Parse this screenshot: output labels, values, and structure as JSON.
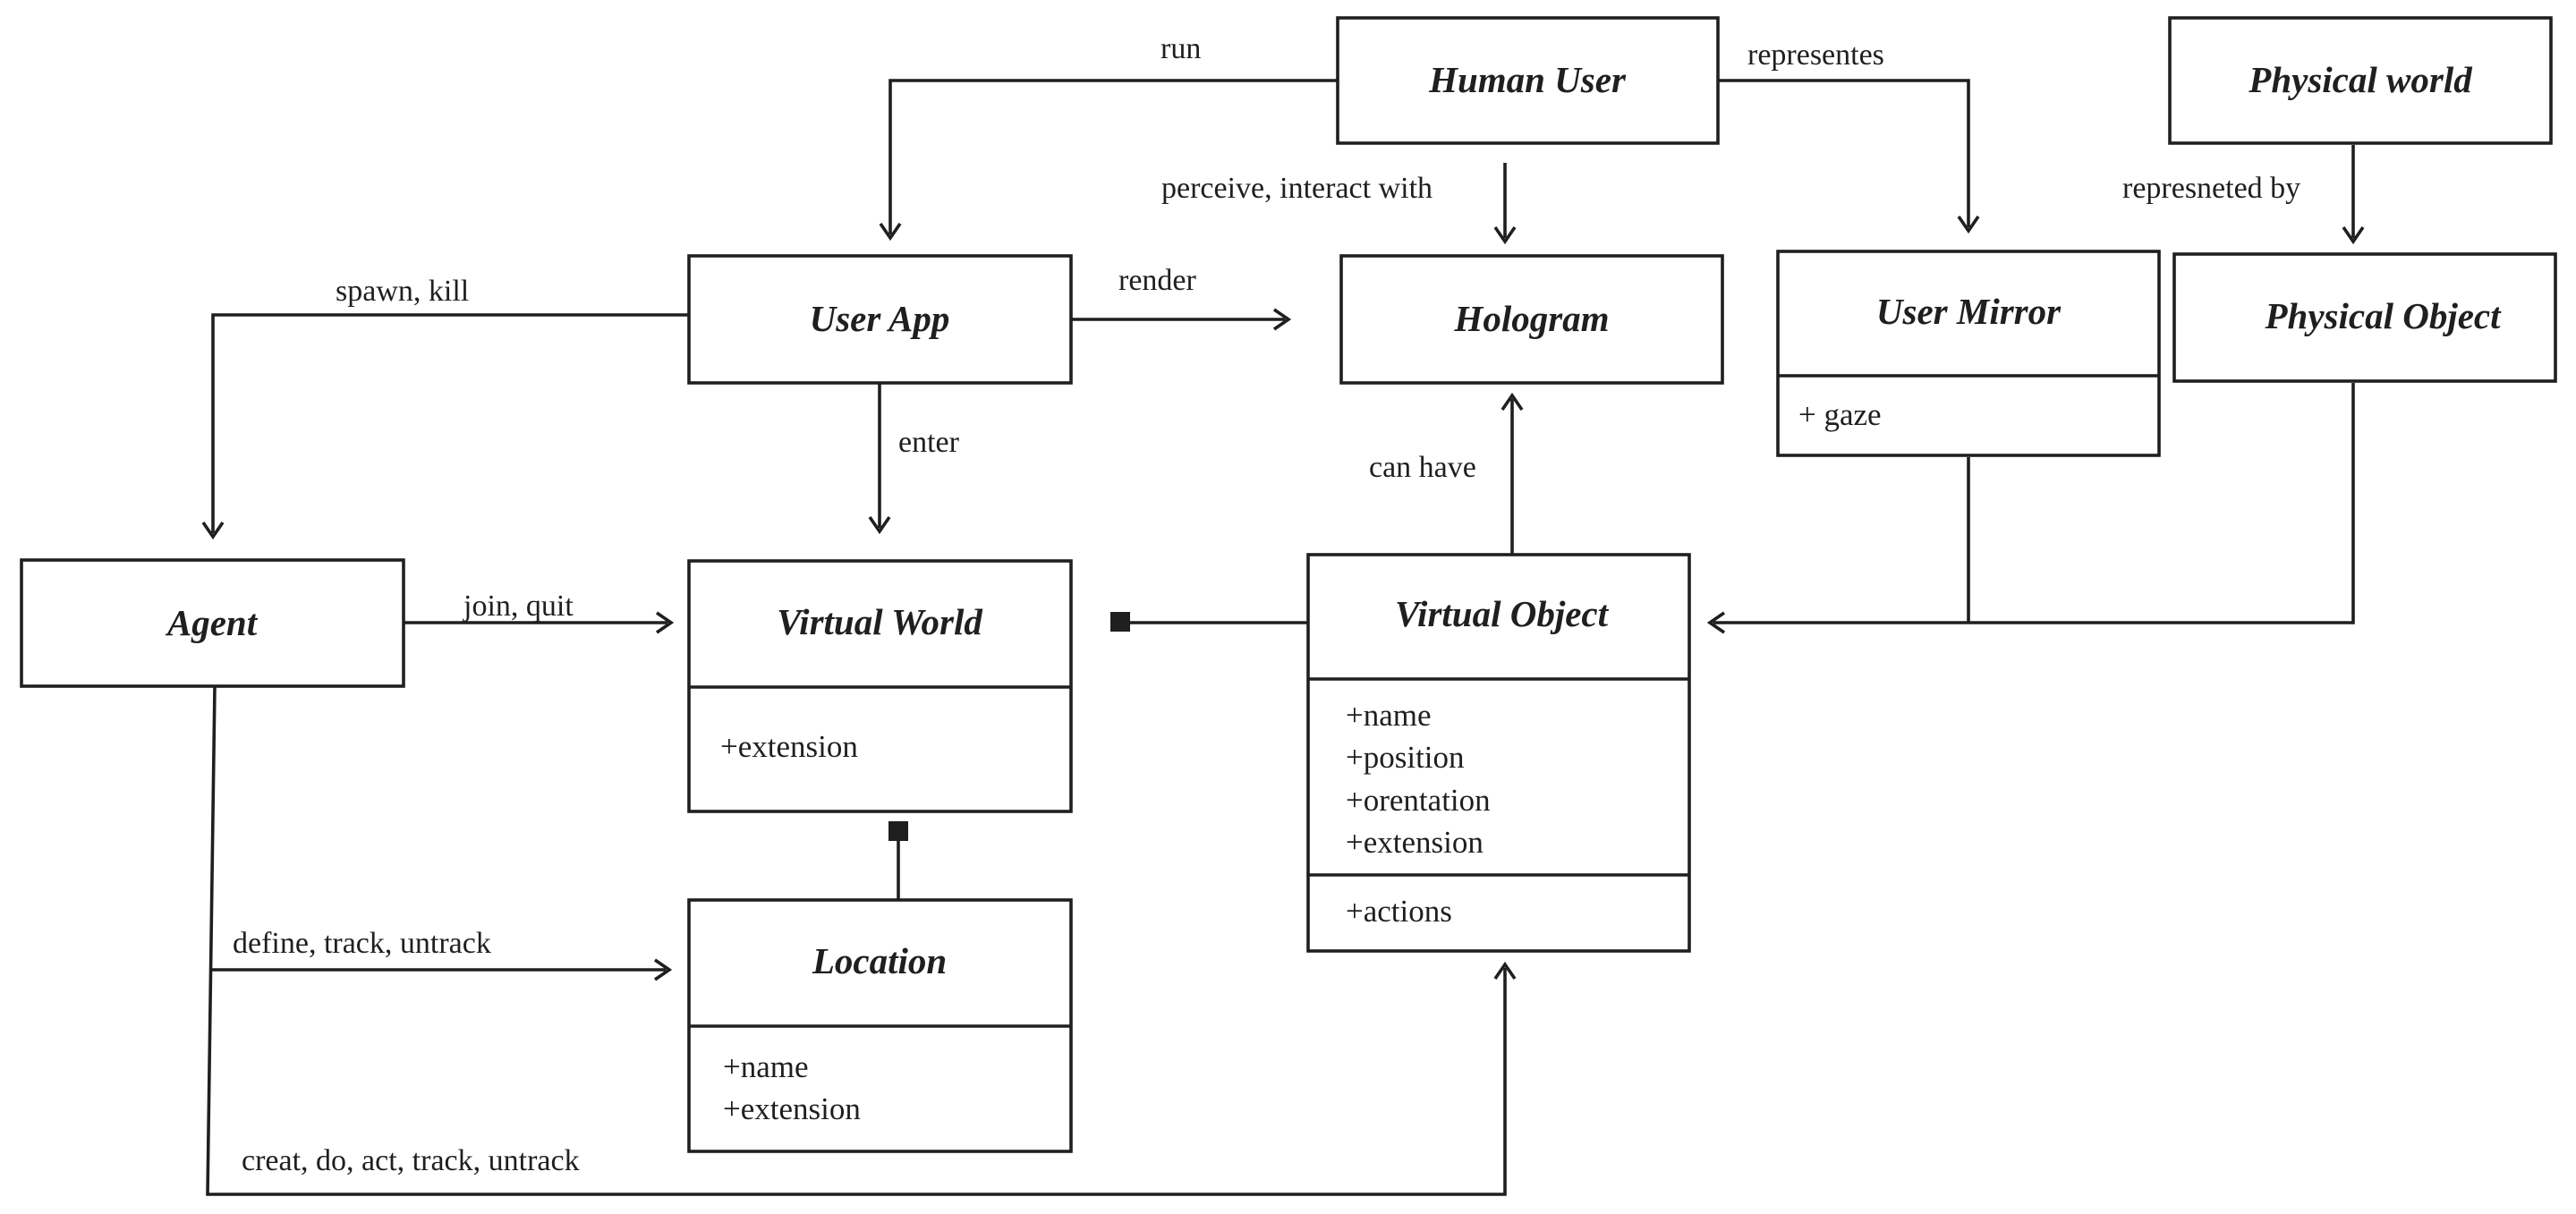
{
  "boxes": {
    "human_user": {
      "title": "Human User"
    },
    "physical_world": {
      "title": "Physical world"
    },
    "user_app": {
      "title": "User App"
    },
    "hologram": {
      "title": "Hologram"
    },
    "user_mirror": {
      "title": "User Mirror",
      "attributes": [
        "+ gaze"
      ]
    },
    "physical_object": {
      "title": "Physical Object"
    },
    "agent": {
      "title": "Agent"
    },
    "virtual_world": {
      "title": "Virtual World",
      "attributes": [
        "+extension"
      ]
    },
    "virtual_object": {
      "title": "Virtual Object",
      "attributes": [
        "+name",
        "+position",
        "+orentation",
        "+extension"
      ],
      "operations": [
        "+actions"
      ]
    },
    "location": {
      "title": "Location",
      "attributes": [
        "+name",
        "+extension"
      ]
    }
  },
  "edges": {
    "run": "run",
    "representes": "representes",
    "perceive": "perceive, interact with",
    "represneted_by": "represneted by",
    "spawn_kill": "spawn, kill",
    "render": "render",
    "enter": "enter",
    "can_have": "can have",
    "join_quit": "join, quit",
    "define_track": "define, track, untrack",
    "creat_do": "creat, do, act, track, untrack"
  }
}
